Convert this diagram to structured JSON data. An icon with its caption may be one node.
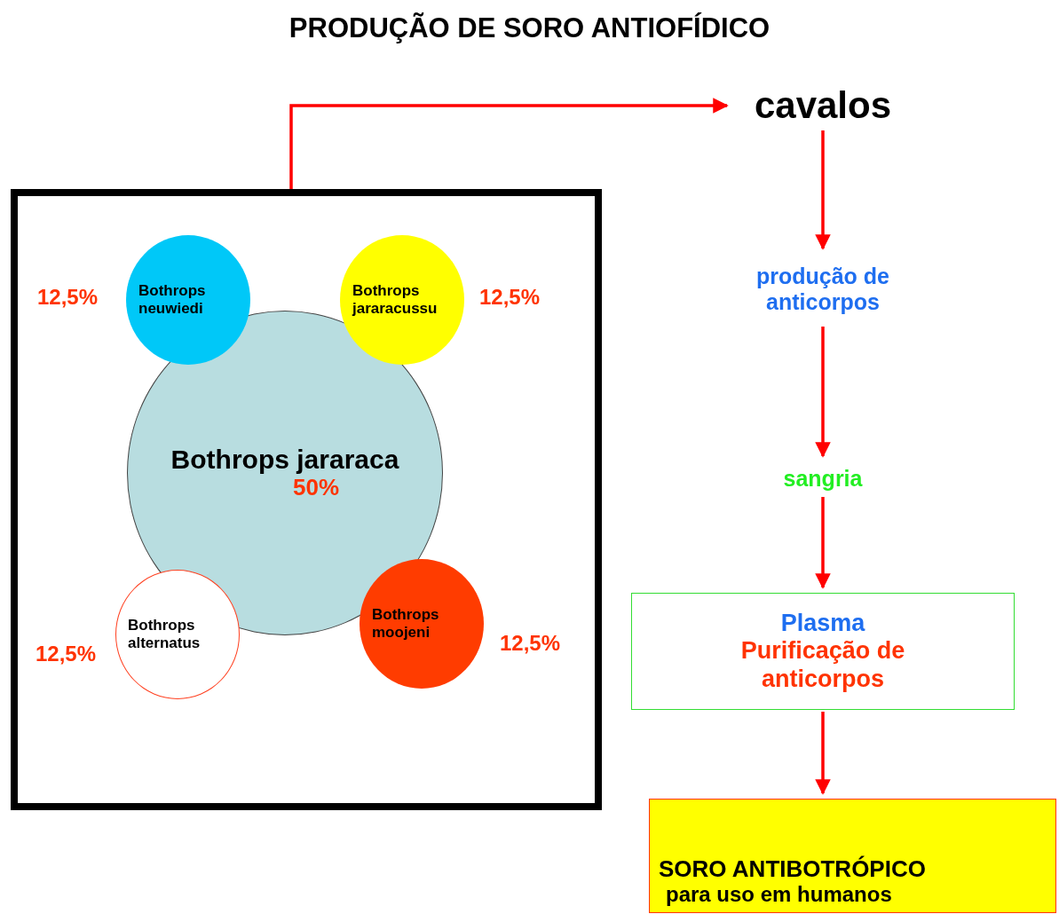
{
  "diagram": {
    "title": "PRODUÇÃO DE SORO ANTIOFÍDICO",
    "nodes": [
      {
        "text": [],
        "shape": "box"
      },
      {
        "text": [
          "Bothrops jararaca",
          "50%"
        ],
        "in": 0
      },
      {
        "text": [
          "Bothrops neuwiedi"
        ],
        "beside": [
          "12,5%"
        ],
        "in": 0
      },
      {
        "text": [
          "Bothrops jararacussu"
        ],
        "beside": [
          "12,5%"
        ],
        "in": 0
      },
      {
        "text": [
          "Bothrops alternatus"
        ],
        "beside": [
          "12,5%"
        ],
        "in": 0
      },
      {
        "text": [
          "Bothrops moojeni"
        ],
        "beside": [
          "12,5%"
        ],
        "in": 0
      },
      {
        "text": [
          "cavalos"
        ]
      },
      {
        "text": [
          "produção de anticorpos"
        ]
      },
      {
        "text": [
          "sangria"
        ]
      },
      {
        "text": [
          "Plasma",
          "Purificação de anticorpos"
        ]
      },
      {
        "text": [
          "SORO ANTIBOTRÓPICO",
          "para uso em humanos"
        ]
      }
    ],
    "edges": [
      {
        "from": 0,
        "to": 6,
        "arrow": "to"
      },
      {
        "from": 6,
        "to": 7,
        "arrow": "to"
      },
      {
        "from": 7,
        "to": 8,
        "arrow": "to"
      },
      {
        "from": 8,
        "to": 9,
        "arrow": "to"
      },
      {
        "from": 9,
        "to": 10,
        "arrow": "to"
      }
    ]
  }
}
